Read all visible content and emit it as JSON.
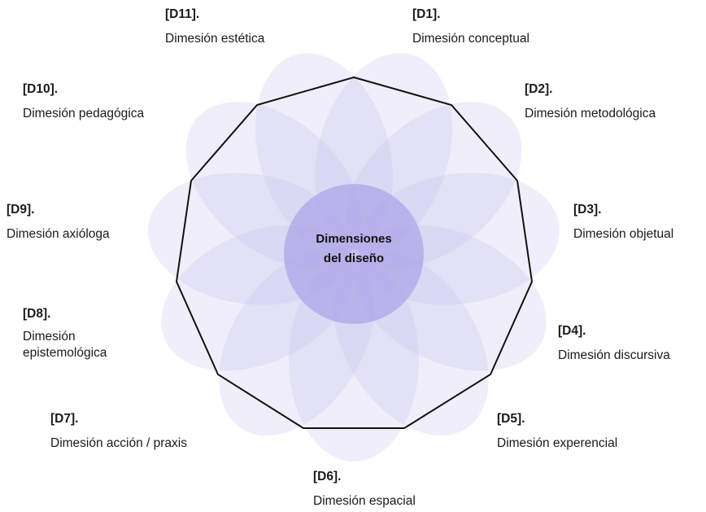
{
  "center": {
    "line1": "Dimensiones",
    "line2": "del diseño"
  },
  "dimensions": [
    {
      "code": "[D1].",
      "name": "Dimesión conceptual"
    },
    {
      "code": "[D2].",
      "name": "Dimesión metodológica"
    },
    {
      "code": "[D3].",
      "name": "Dimesión objetual"
    },
    {
      "code": "[D4].",
      "name": "Dimesión discursiva"
    },
    {
      "code": "[D5].",
      "name": "Dimesión experencial"
    },
    {
      "code": "[D6].",
      "name": "Dimesión espacial"
    },
    {
      "code": "[D7].",
      "name": "Dimesión acción / praxis"
    },
    {
      "code": "[D8].",
      "name": "Dimesión epistemológica"
    },
    {
      "code": "[D9].",
      "name": "Dimesión axióloga"
    },
    {
      "code": "[D10].",
      "name": "Dimesión pedagógica"
    },
    {
      "code": "[D11].",
      "name": "Dimesión estética"
    }
  ],
  "colors": {
    "petal": "#c7c3ee",
    "center": "#a99ee6",
    "outline": "#111111"
  }
}
